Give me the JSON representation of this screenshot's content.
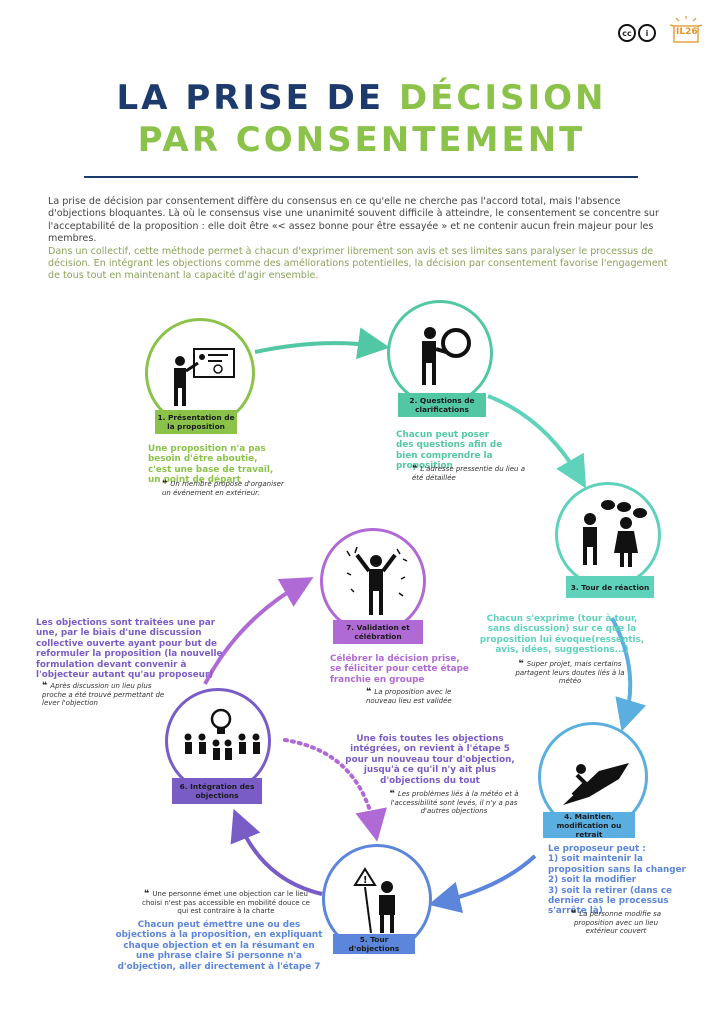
{
  "header": {
    "title_line1_dark": "LA PRISE DE",
    "title_line1_green": "DÉCISION",
    "title_line2": "PAR CONSENTEMENT",
    "license_cc": "cc",
    "license_by": "i",
    "logo_text": "IL26"
  },
  "intro": {
    "p1": "La prise de décision par consentement diffère du consensus en ce qu'elle ne cherche pas l'accord total, mais l'absence d'objections bloquantes. Là où le consensus vise une unanimité souvent difficile à atteindre, le consentement se concentre sur l'acceptabilité de la proposition : elle doit être «< assez bonne pour être essayée » et ne contenir aucun frein majeur pour les membres.",
    "p2": "Dans un collectif, cette méthode permet à chacun d'exprimer librement son avis et ses limites sans paralyser le processus de décision. En intégrant les objections comme des améliorations potentielles, la décision par consentement favorise l'engagement de tous tout en maintenant la capacité d'agir ensemble."
  },
  "steps": [
    {
      "label": "1. Présentation de la proposition",
      "desc": "Une proposition n'a pas besoin d'être aboutie, c'est une base de travail, un point de départ",
      "quote": "Un membre propose d'organiser un événement en extérieur."
    },
    {
      "label": "2. Questions de clarifications",
      "desc": "Chacun peut poser des questions afin de bien comprendre la proposition",
      "quote": "L'adresse pressentie du lieu a été détaillée"
    },
    {
      "label": "3. Tour de réaction",
      "desc": "Chacun s'exprime (tour à tour, sans discussion) sur ce que la proposition lui évoque(ressentis, avis, idées, suggestions...)",
      "quote": "Super projet, mais certains partagent leurs doutes liés à la météo"
    },
    {
      "label": "4. Maintien, modification ou retrait",
      "desc_intro": "Le proposeur peut :",
      "desc_items": [
        "1) soit maintenir la proposition sans la changer",
        "2) soit la modifier",
        "3) soit la retirer (dans ce dernier cas le processus s'arrête là)"
      ],
      "quote": "La personne modifie sa proposition avec un lieu extérieur couvert"
    },
    {
      "label": "5. Tour d'objections",
      "desc": "Chacun peut émettre une ou des objections à la proposition, en expliquant chaque objection et en la résumant en une phrase claire Si personne n'a d'objection, aller directement à l'étape 7",
      "quote": "Une personne émet une objection car le lieu choisi n'est pas accessible en mobilité douce ce qui est contraire à la charte"
    },
    {
      "label": "6. Intégration des objections",
      "desc": "Les objections sont traitées une par une, par le biais d'une discussion collective ouverte ayant pour but de reformuler la proposition (la nouvelle formulation devant convenir à l'objecteur autant qu'au proposeur)",
      "quote": "Après discussion un lieu plus proche a été trouvé permettant de lever l'objection"
    },
    {
      "label": "7. Validation et célébration",
      "desc": "Célébrer la décision prise, se féliciter pour cette étape franchie en groupe",
      "quote": "La proposition avec le nouveau lieu est validée"
    }
  ],
  "loop": {
    "desc": "Une fois toutes les objections intégrées, on revient à l'étape 5 pour un nouveau tour d'objection, jusqu'à ce qu'il n'y ait plus d'objections du tout",
    "quote": "Les problèmes liés à la météo et à l'accessibilité sont levés, il n'y a pas d'autres objections"
  },
  "icons": [
    "presenter-icon",
    "magnifier-person-icon",
    "discussion-people-icon",
    "climber-icon",
    "warning-sign-person-icon",
    "lightbulb-group-icon",
    "celebration-person-icon"
  ],
  "colors": {
    "dark_blue": "#1c3a6b",
    "green": "#8bc34a",
    "step1": "#8bc34a",
    "step2": "#52c7a4",
    "step3": "#5fd2bc",
    "step4": "#5aaee0",
    "step5": "#5b86db",
    "step6": "#7a5cc7",
    "step7": "#b06ad6"
  }
}
